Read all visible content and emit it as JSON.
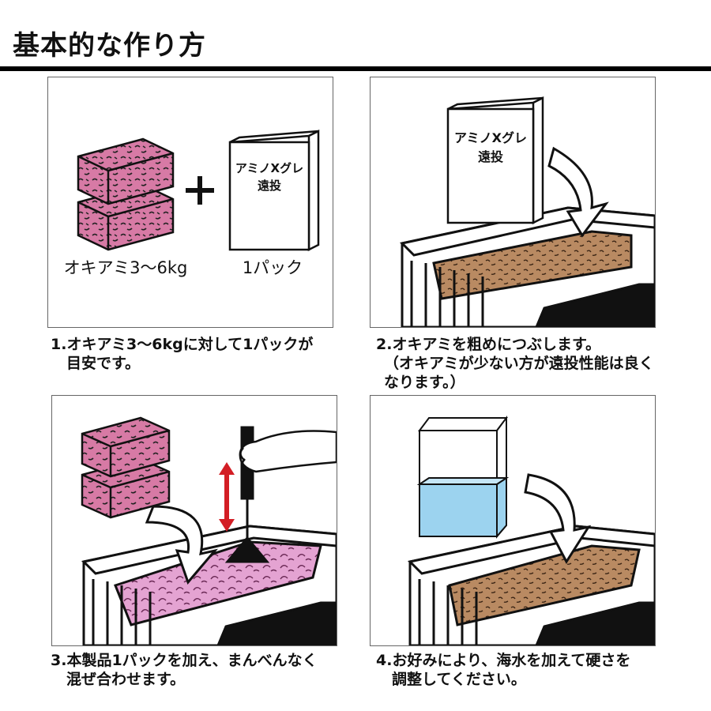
{
  "header": {
    "title": "基本的な作り方"
  },
  "colors": {
    "krill": "#d77aa5",
    "mixed": "#b98a62",
    "water": "#9cd3ef",
    "arrow_red": "#d31e25",
    "rule": "#000000"
  },
  "steps": [
    {
      "caption_lines": [
        "1.オキアミ3〜6kgに対して1パックが",
        "目安です。"
      ],
      "left_label": "オキアミ3〜6kg",
      "right_label": "1パック",
      "box_label_lines": [
        "アミノXグレ",
        "遠投"
      ]
    },
    {
      "caption_lines": [
        "2.オキアミを粗めにつぶします。",
        "（オキアミが少ない方が遠投性能は良く",
        "なります。）"
      ],
      "box_label_lines": [
        "アミノXグレ",
        "遠投"
      ]
    },
    {
      "caption_lines": [
        "3.本製品1パックを加え、まんべんなく",
        "混ぜ合わせます。"
      ]
    },
    {
      "caption_lines": [
        "4.お好みにより、海水を加えて硬さを",
        "調整してください。"
      ]
    }
  ]
}
